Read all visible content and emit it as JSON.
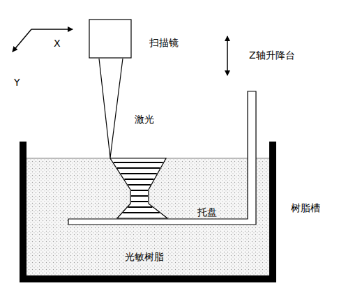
{
  "diagram": {
    "labels": [
      "X",
      "Y",
      "扫描镜",
      "Z轴升降台",
      "激光",
      "托盘",
      "树脂槽",
      "光敏树脂"
    ]
  }
}
